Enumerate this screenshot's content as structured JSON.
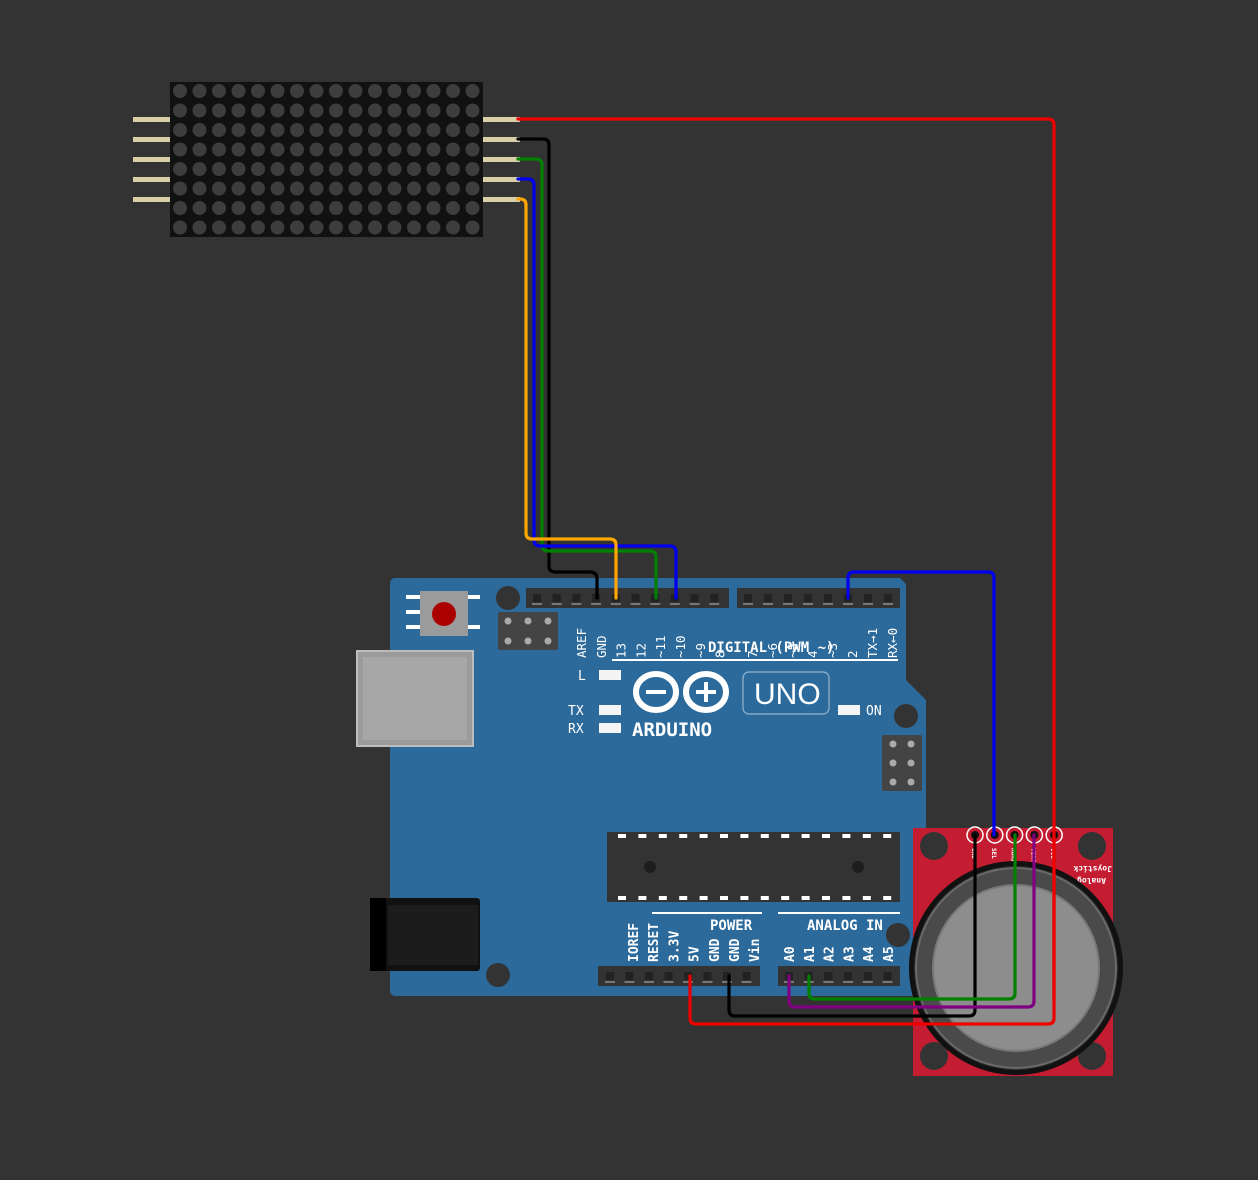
{
  "board": {
    "logo_text": "ARDUINO",
    "model": "UNO",
    "digital_label": "DIGITAL (PWM ~)",
    "power_label": "POWER",
    "analog_label": "ANALOG IN",
    "led_l": "L",
    "led_tx": "TX",
    "led_rx": "RX",
    "led_on": "ON",
    "digital_pins_left": [
      "AREF",
      "GND",
      "13",
      "12",
      "~11",
      "~10",
      "~9",
      "8"
    ],
    "digital_pins_right": [
      "7",
      "~6",
      "~5",
      "4",
      "~3",
      "2",
      "TX→1",
      "RX←0"
    ],
    "power_pins": [
      "IOREF",
      "RESET",
      "3.3V",
      "5V",
      "GND",
      "GND",
      "Vin"
    ],
    "analog_pins": [
      "A0",
      "A1",
      "A2",
      "A3",
      "A4",
      "A5"
    ],
    "colors": {
      "board": "#2c6a9b",
      "header": "#333333",
      "label": "#ffffff"
    }
  },
  "joystick": {
    "title_line1": "Analog",
    "title_line2": "Joystick",
    "pins": [
      "GND",
      "SEL",
      "HORZ",
      "VERT",
      "VCC"
    ],
    "colors": {
      "board": "#c41d31",
      "cap": "#4a4a4a"
    }
  },
  "matrix": {
    "rows": 8,
    "cols": 16,
    "colors": {
      "body": "#111111",
      "dot": "#3d3d3d"
    }
  },
  "wires": [
    {
      "name": "matrix-vcc-to-5v",
      "color": "#ee0000"
    },
    {
      "name": "matrix-gnd-to-gnd",
      "color": "#000000"
    },
    {
      "name": "matrix-din-to-d11",
      "color": "#008000"
    },
    {
      "name": "matrix-cs-to-d10",
      "color": "#0000ee"
    },
    {
      "name": "matrix-clk-to-d13",
      "color": "#ffa500"
    },
    {
      "name": "joystick-sel-to-d2",
      "color": "#0000ee"
    },
    {
      "name": "joystick-gnd-to-gnd",
      "color": "#000000"
    },
    {
      "name": "joystick-horz-to-a1",
      "color": "#008000"
    },
    {
      "name": "joystick-vert-to-a0",
      "color": "#800080"
    },
    {
      "name": "joystick-vcc-to-5v",
      "color": "#ee0000"
    }
  ]
}
